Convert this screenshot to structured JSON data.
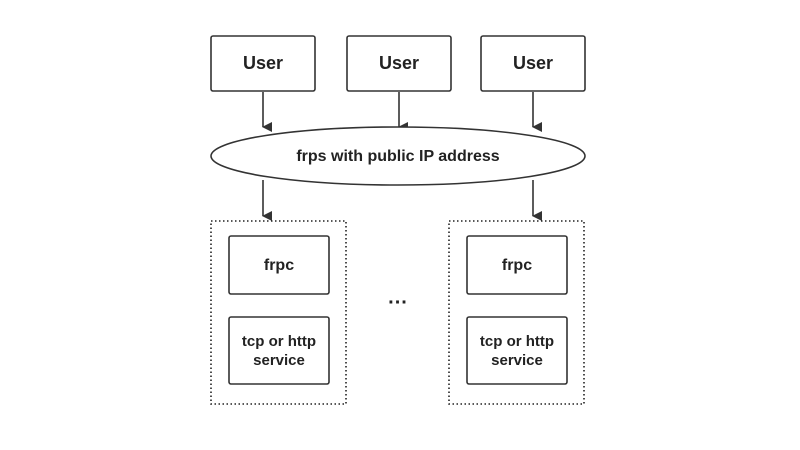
{
  "users": [
    {
      "label": "User"
    },
    {
      "label": "User"
    },
    {
      "label": "User"
    }
  ],
  "server": {
    "label": "frps with public IP address"
  },
  "clients": [
    {
      "client_label": "frpc",
      "service_line1": "tcp or http",
      "service_line2": "service"
    },
    {
      "client_label": "frpc",
      "service_line1": "tcp or http",
      "service_line2": "service"
    }
  ],
  "ellipsis": "..."
}
